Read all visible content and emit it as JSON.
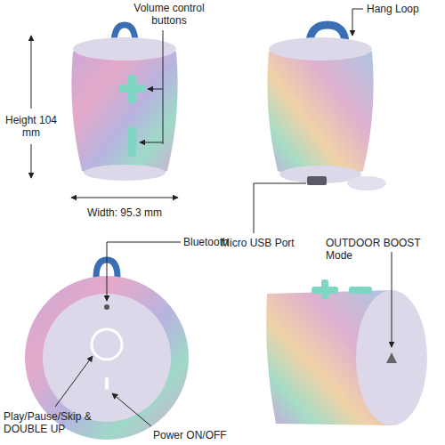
{
  "diagram": {
    "labels": [
      "Volume control buttons",
      "Hang Loop",
      "Height 104 mm",
      "Width: 95.3 mm",
      "Micro USB Port",
      "Bluetooth",
      "OUTDOOR BOOST Mode",
      "Play/Pause/Skip & DOUBLE UP",
      "Power ON/OFF"
    ]
  }
}
